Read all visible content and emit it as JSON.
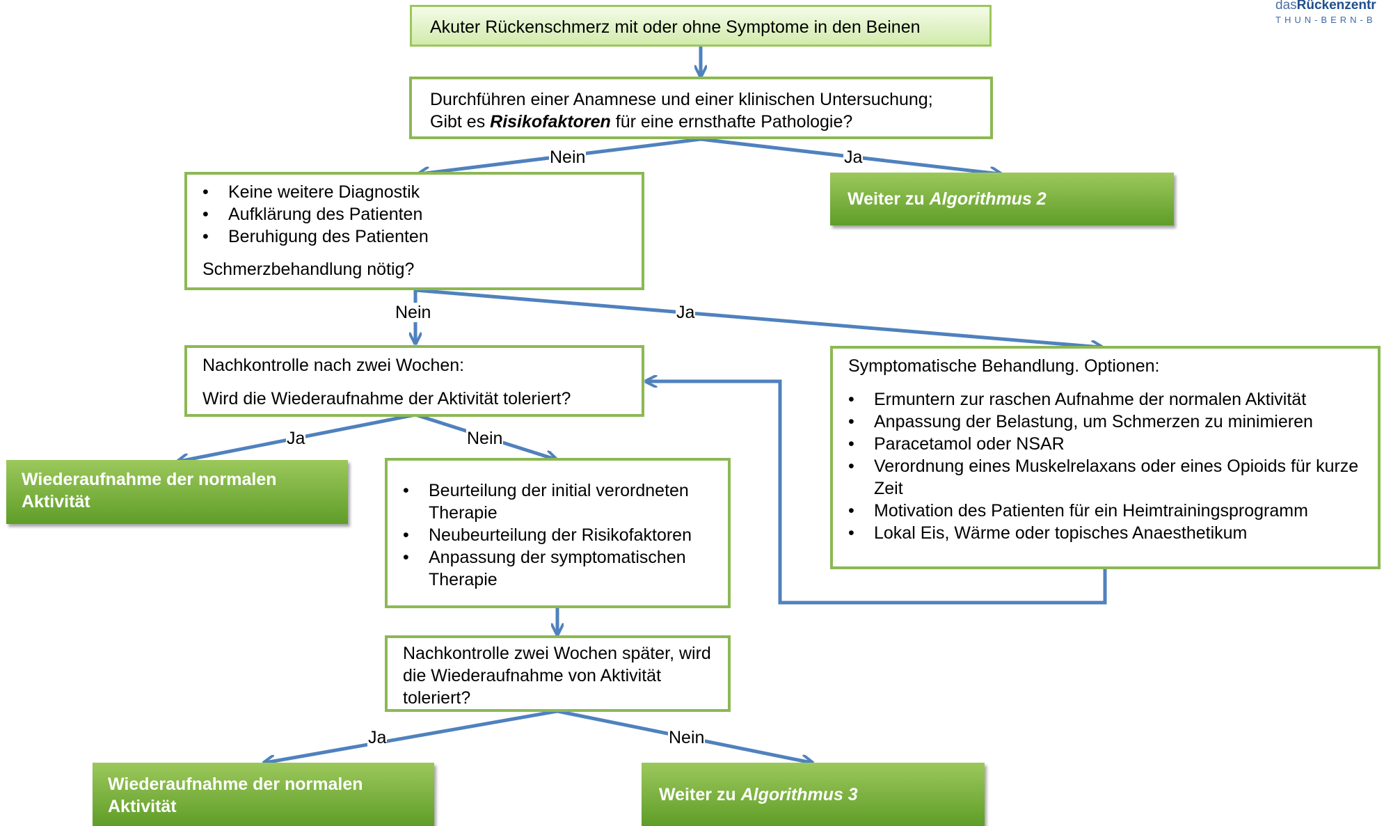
{
  "logo": {
    "prefix": "das",
    "brand": "Rückenzentr",
    "sub": "THUN-BERN-B"
  },
  "colors": {
    "box_border": "#8cb854",
    "arrow": "#4f81bd",
    "green_fill": "#76b040"
  },
  "nodes": {
    "start": "Akuter Rückenschmerz mit oder ohne Symptome in den Beinen",
    "anamnesis": {
      "line1": "Durchführen einer Anamnese und einer klinischen Untersuchung;",
      "pre": "Gibt es ",
      "emph": "Risikofaktoren",
      "post": " für eine ernsthafte Pathologie?"
    },
    "algo2": {
      "prefix": "Weiter zu ",
      "name": "Algorithmus 2"
    },
    "no_diag": {
      "items": [
        "Keine weitere Diagnostik",
        "Aufklärung des Patienten",
        "Beruhigung des Patienten"
      ],
      "question": "Schmerzbehandlung nötig?"
    },
    "followup1": {
      "line1": "Nachkontrolle nach zwei Wochen:",
      "line2": "Wird die Wiederaufnahme der Aktivität toleriert?"
    },
    "symptomatic": {
      "title": "Symptomatische Behandlung. Optionen:",
      "items": [
        "Ermuntern zur raschen Aufnahme der normalen Aktivität",
        "Anpassung der Belastung, um Schmerzen zu minimieren",
        "Paracetamol oder NSAR",
        "Verordnung eines Muskelrelaxans oder eines Opioids für kurze Zeit",
        "Motivation des Patienten für ein Heimtrainingsprogramm",
        "Lokal Eis, Wärme oder topisches Anaesthetikum"
      ]
    },
    "resume1": "Wiederaufnahme der normalen Aktivität",
    "reassess": {
      "items": [
        "Beurteilung der initial verordneten Therapie",
        "Neubeurteilung der Risikofaktoren",
        "Anpassung der symptomatischen Therapie"
      ]
    },
    "followup2": "Nachkontrolle zwei Wochen später, wird die Wiederaufnahme von Aktivität toleriert?",
    "resume2": "Wiederaufnahme der normalen Aktivität",
    "algo3": {
      "prefix": "Weiter zu ",
      "name": "Algorithmus 3"
    }
  },
  "edge_labels": {
    "q1_no": "Nein",
    "q1_yes": "Ja",
    "q2_no": "Nein",
    "q2_yes": "Ja",
    "q3_yes": "Ja",
    "q3_no": "Nein",
    "q4_yes": "Ja",
    "q4_no": "Nein"
  }
}
